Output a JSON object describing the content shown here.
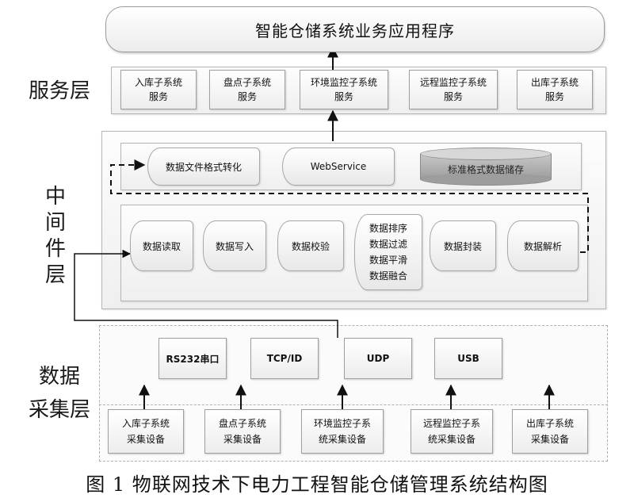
{
  "app": {
    "title": "智能仓储系统业务应用程序"
  },
  "layers": {
    "service": "服务层",
    "middleware": [
      "中",
      "间",
      "件",
      "层"
    ],
    "acquisition": [
      "数据",
      "采集层"
    ]
  },
  "services": [
    {
      "line1": "入库子系统",
      "line2": "服务"
    },
    {
      "line1": "盘点子系统",
      "line2": "服务"
    },
    {
      "line1": "环境监控子系统",
      "line2": "服务"
    },
    {
      "line1": "远程监控子系统",
      "line2": "服务"
    },
    {
      "line1": "出库子系统",
      "line2": "服务"
    }
  ],
  "middleware_top": {
    "convert": "数据文件格式转化",
    "webservice": "WebService",
    "storage": "标准格式数据储存"
  },
  "middleware_process": {
    "read": "数据读取",
    "write": "数据写入",
    "verify": "数据校验",
    "multi": [
      "数据排序",
      "数据过滤",
      "数据平滑",
      "数据融合"
    ],
    "package": "数据封装",
    "parse": "数据解析"
  },
  "interfaces": [
    "RS232串口",
    "TCP/ID",
    "UDP",
    "USB"
  ],
  "devices": [
    {
      "line1": "入库子系统",
      "line2": "采集设备"
    },
    {
      "line1": "盘点子系统",
      "line2": "采集设备"
    },
    {
      "line1": "环境监控子系",
      "line2": "统采集设备"
    },
    {
      "line1": "远程监控子系",
      "line2": "统采集设备"
    },
    {
      "line1": "出库子系统",
      "line2": "采集设备"
    }
  ],
  "caption": "图 1 物联网技术下电力工程智能仓储管理系统结构图",
  "colors": {
    "line": "#111111",
    "storage_fill": "#a9a9a9"
  }
}
